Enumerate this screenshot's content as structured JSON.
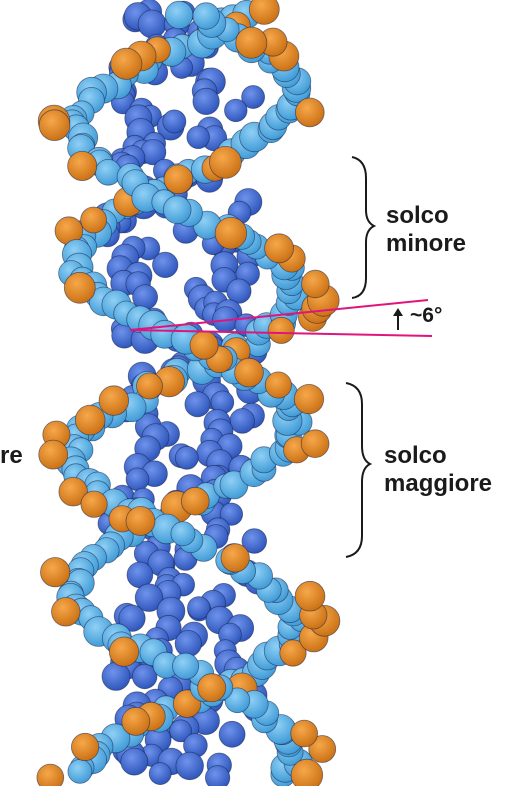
{
  "labels": {
    "minor_groove": {
      "line1": "solco",
      "line2": "minore"
    },
    "major_groove": {
      "line1": "solco",
      "line2": "maggiore"
    },
    "angle": "~6°",
    "left_fragment": "re"
  },
  "colors": {
    "backbone_orange": "#e98a22",
    "light_blue": "#59b3ea",
    "dark_blue": "#3f6fd6",
    "angle_lines": "#e0147d",
    "background": "#ffffff"
  }
}
